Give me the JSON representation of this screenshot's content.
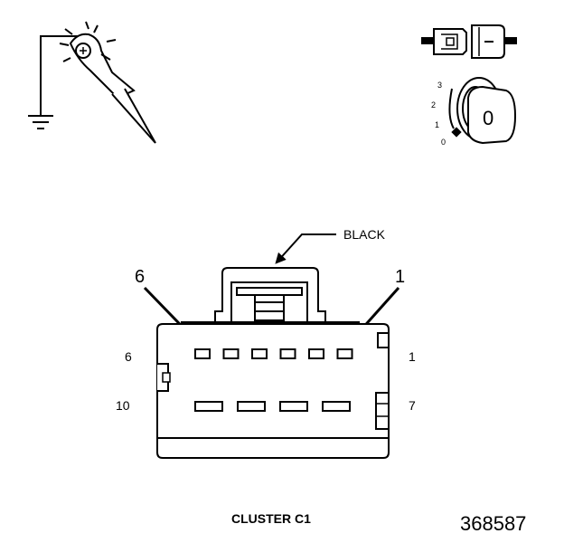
{
  "connector": {
    "color_label": "BLACK",
    "pin_callouts": {
      "top_left": "6",
      "top_right": "1"
    },
    "row_labels": {
      "top_left": "6",
      "top_right": "1",
      "bottom_left": "10",
      "bottom_right": "7"
    },
    "name": "CLUSTER C1",
    "top_row_cavities": 6,
    "bottom_row_cavities": 4
  },
  "ignition": {
    "positions": [
      "3",
      "2",
      "1",
      "0"
    ],
    "key_label": "0"
  },
  "figure_number": "368587"
}
